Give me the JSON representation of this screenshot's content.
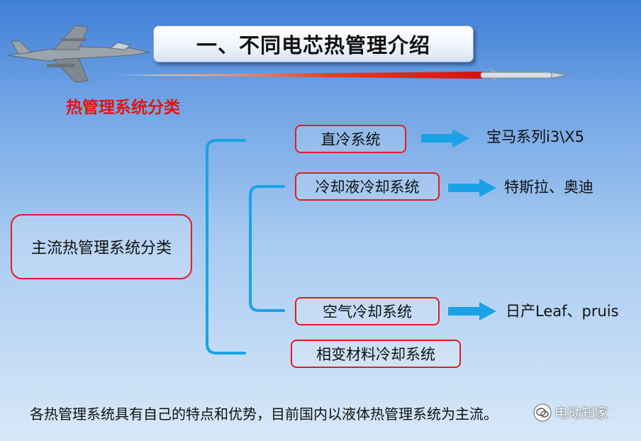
{
  "header": {
    "title": "一、不同电芯热管理介绍",
    "subtitle": "热管理系统分类"
  },
  "diagram": {
    "root": "主流热管理系统分类",
    "branches": [
      {
        "label": "直冷系统",
        "example": "宝马系列i3\\X5"
      },
      {
        "label": "冷却液冷却系统",
        "example": "特斯拉、奥迪"
      },
      {
        "label": "空气冷却系统",
        "example": "日产Leaf、pruis"
      },
      {
        "label": "相变材料冷却系统",
        "example": ""
      }
    ]
  },
  "footer": {
    "text": "各热管理系统具有自己的特点和优势，目前国内以液体热管理系统为主流。"
  },
  "watermark": {
    "text": "电动知家"
  },
  "colors": {
    "bracket": "#19a3e6",
    "arrow": "#19a3e6",
    "box_border": "#e01e24",
    "section_title": "#e31414"
  }
}
